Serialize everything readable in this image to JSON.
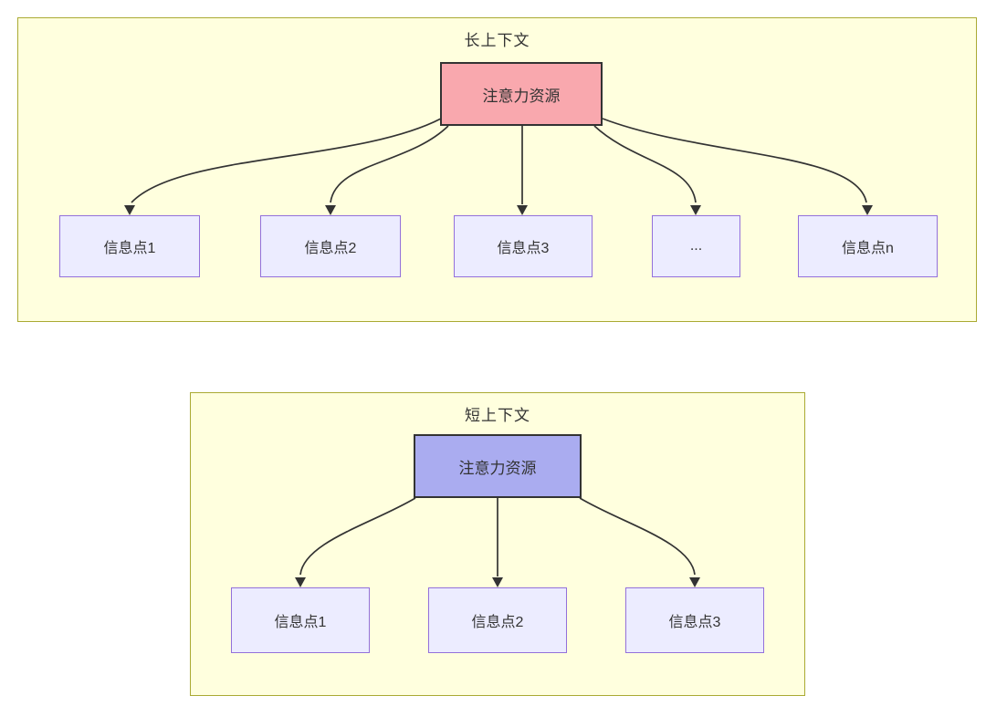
{
  "diagram": {
    "type": "flowchart",
    "theme": {
      "panel_fill": "#ffffde",
      "panel_border": "#aaaa33",
      "info_node_fill": "#ececff",
      "info_node_border": "#9370db",
      "long_attention_fill": "#f9a8ae",
      "short_attention_fill": "#aaacf0",
      "attention_border": "#333333",
      "edge_color": "#333333",
      "text_color": "#333333"
    },
    "long_context": {
      "title": "长上下文",
      "attention": {
        "label": "注意力资源"
      },
      "info_nodes": [
        {
          "label": "信息点1"
        },
        {
          "label": "信息点2"
        },
        {
          "label": "信息点3"
        },
        {
          "label": "..."
        },
        {
          "label": "信息点n"
        }
      ]
    },
    "short_context": {
      "title": "短上下文",
      "attention": {
        "label": "注意力资源"
      },
      "info_nodes": [
        {
          "label": "信息点1"
        },
        {
          "label": "信息点2"
        },
        {
          "label": "信息点3"
        }
      ]
    }
  }
}
